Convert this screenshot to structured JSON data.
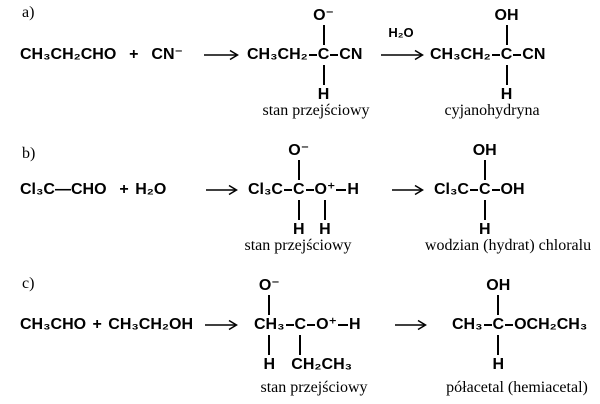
{
  "page": {
    "background": "#ffffff",
    "ink": "#000000"
  },
  "sections": [
    {
      "label": "a)",
      "reactants": "CH₃CH₂CHO  +  CN⁻",
      "arrow2_reagent": "H₂O",
      "transition": {
        "top": "O⁻",
        "g_left": "CH₃CH₂",
        "g_center": "C",
        "g_right": "CN",
        "bottom": "H",
        "caption": "stan przejściowy"
      },
      "product": {
        "top": "OH",
        "g_left": "CH₃CH₂",
        "g_center": "C",
        "g_right": "CN",
        "bottom": "H",
        "caption": "cyjanohydryna"
      }
    },
    {
      "label": "b)",
      "reactants": "Cl₃C—CHO  + H₂O",
      "transition": {
        "top": "O⁻",
        "g_left": "Cl₃C",
        "g_center": "C",
        "g_o": "O⁺",
        "g_end": "H",
        "bottom_center": "H",
        "bottom_o": "H",
        "caption": "stan przejściowy"
      },
      "product": {
        "top": "OH",
        "g_left": "Cl₃C",
        "g_center": "C",
        "g_right": "OH",
        "bottom": "H",
        "caption": "wodzian (hydrat) chloralu"
      }
    },
    {
      "label": "c)",
      "reactants": "CH₃CHO + CH₃CH₂OH",
      "transition": {
        "top": "O⁻",
        "g_left": "CH₃",
        "g_center": "C",
        "g_o": "O⁺",
        "g_end": "H",
        "bottom_left": "H",
        "bottom_center": "CH₂CH₃",
        "caption": "stan przejściowy"
      },
      "product": {
        "top": "OH",
        "g_left": "CH₃",
        "g_center": "C",
        "g_right": "OCH₂CH₃",
        "bottom": "H",
        "caption": "półacetal (hemiacetal)"
      }
    }
  ]
}
